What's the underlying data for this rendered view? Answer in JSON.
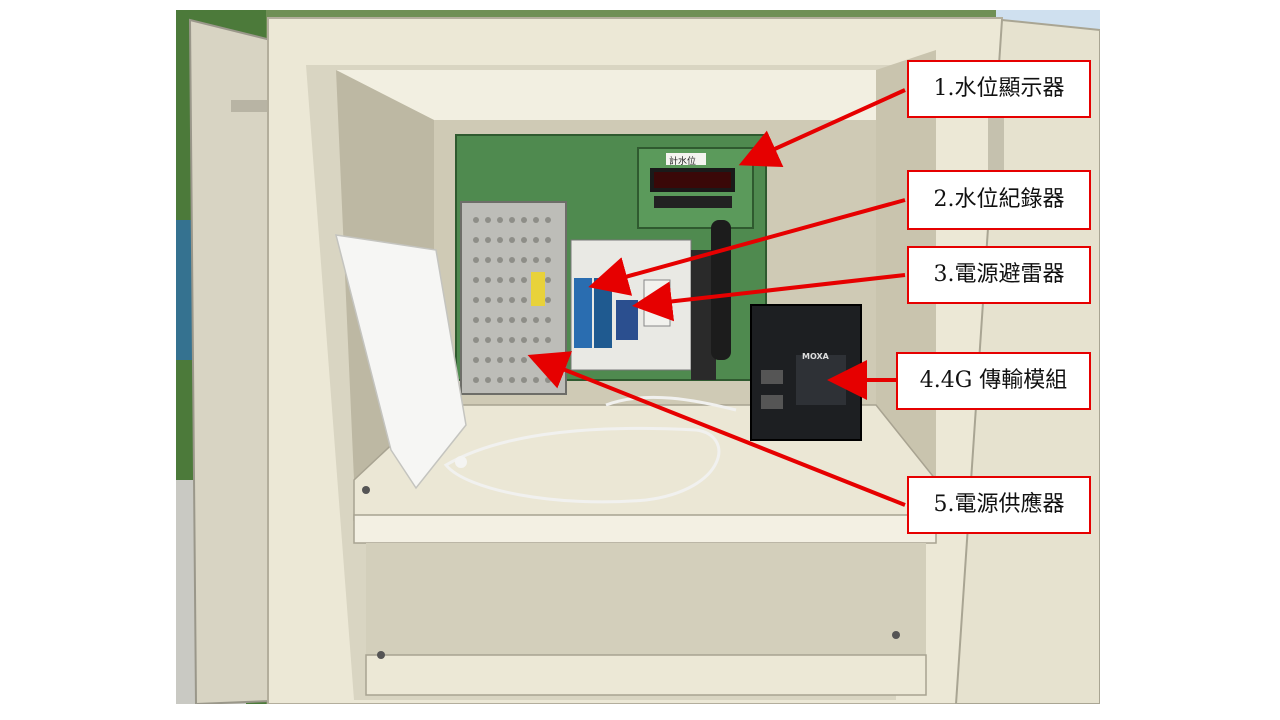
{
  "callouts": [
    {
      "id": 1,
      "text": "1.水位顯示器"
    },
    {
      "id": 2,
      "text": "2.水位紀錄器"
    },
    {
      "id": 3,
      "text": "3.電源避雷器"
    },
    {
      "id": 4,
      "text": "4.4G 傳輸模組"
    },
    {
      "id": 5,
      "text": "5.電源供應器"
    }
  ],
  "device_labels": {
    "display_panel_label": "計水位",
    "brand_text": "MOXA"
  },
  "colors": {
    "callout_border": "#e60000",
    "arrow": "#e60000",
    "cabinet": "#e8e4d2",
    "panel_green": "#4f8a4f"
  }
}
